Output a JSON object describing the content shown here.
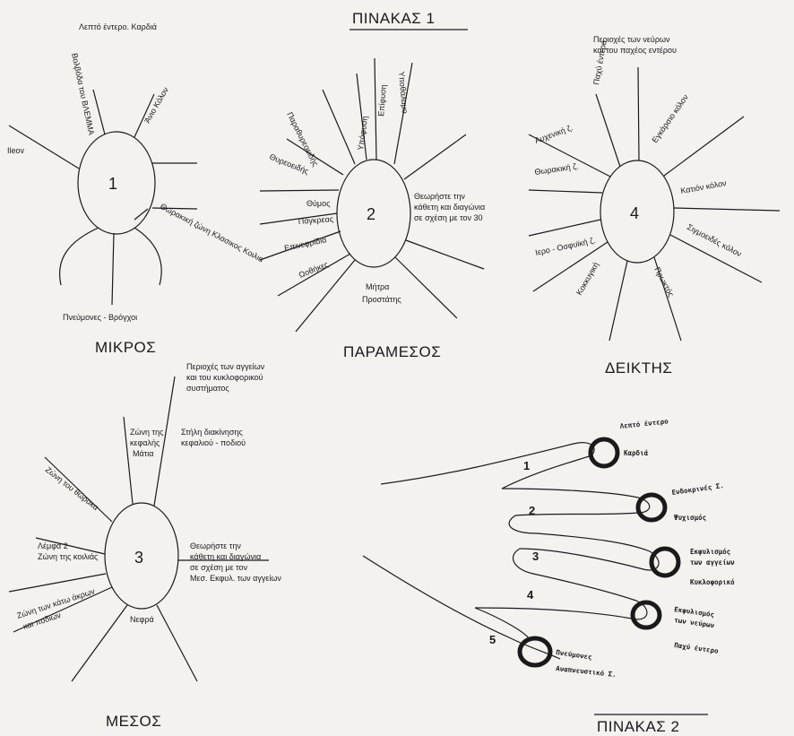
{
  "table1": {
    "title": "ΠΙΝΑΚΑΣ 1",
    "small_finger": {
      "name": "ΜΙΚΡΟΣ",
      "number": "1",
      "labels": {
        "top": "Λεπτό έντερο. Καρδιά",
        "bulb": "Βολβόδα του ΒΛΕΜΜΑ",
        "colon": "Άνιο Κόλον",
        "left": "Ileov",
        "thoracic": "Θωρακική ζώνη Κλασικος Κοιλια",
        "bottom": "Πνεύμονες - Βρόγχοι"
      }
    },
    "ring_finger": {
      "name": "ΠΑΡΑΜΕΣΟΣ",
      "number": "2",
      "labels": {
        "r1": "Υποθάλαμο",
        "r2": "Επίφυση",
        "r3": "Υπόφυση",
        "r4": "Παραθυρεοειδής",
        "r5": "Θυρεοειδής",
        "r6": "Θύμος",
        "r7": "Πάγκρεας",
        "r8": "Επινεφρίδια",
        "r9": "Ωοθήκες",
        "center": "Μήτρα Προστάτης",
        "note": "Θεωρήστε την κάθετη και διαγώνια σε σχέση με τον 30"
      }
    },
    "index_finger": {
      "name": "ΔΕΙΚΤΗΣ",
      "number": "4",
      "labels": {
        "top": "Περιοχές των νεύρων και του παχέος εντέρου",
        "i1": "Παχύ έντερο",
        "i2": "Αυχενική ζ.",
        "i3": "Θωρακική ζ.",
        "i4": "Εγκάρσιο κόλον",
        "i5": "Κατιόν κόλον",
        "i6": "Ιερο - Οσφυϊκή ζ.",
        "i7": "Σιγμοειδές κόλον",
        "i8": "Κοκκυγική",
        "i9": "Πρωκτός"
      }
    },
    "middle_finger": {
      "name": "ΜΕΣΟΣ",
      "number": "3",
      "labels": {
        "top": "Περιοχές των αγγείων και του κυκλοφορικού συστήματος",
        "m1": "Ζώνη της κεφαλής Μάτια",
        "m2": "Στήλη διακίνησης κεφαλιού - ποδιού",
        "m3": "Ζώνη του θώρακα",
        "m4": "Λέμφα 2 Ζώνη της κοιλιάς",
        "m5": "Ζώνη των κάτω άκρων και ποδιών",
        "m6": "Νεφρά",
        "note": "Θεωρήστε την κάθετη και διαγώνια σε σχέση με τον Μεσ. Εκφυλ. των αγγείων"
      }
    }
  },
  "table2": {
    "title": "ΠΙΝΑΚΑΣ 2",
    "fingers": [
      {
        "number": "1",
        "label_a": "Λεπτό έντερο",
        "label_b": "Καρδιά"
      },
      {
        "number": "2",
        "label_a": "Ενδοκρινές Σ.",
        "label_b": "Ψυχισμός"
      },
      {
        "number": "3",
        "label_a": "Εκφυλισμός των αγγείων",
        "label_b": "Κυκλοφορικό"
      },
      {
        "number": "4",
        "label_a": "Εκφυλισμός των νεύρων",
        "label_b": "Παχύ έντερο"
      },
      {
        "number": "5",
        "label_a": "Πνεύμονες",
        "label_b": "Αναπνευστικό Σ."
      }
    ]
  },
  "colors": {
    "ink": "#1a1a1a",
    "paper": "#f4f2ef"
  }
}
